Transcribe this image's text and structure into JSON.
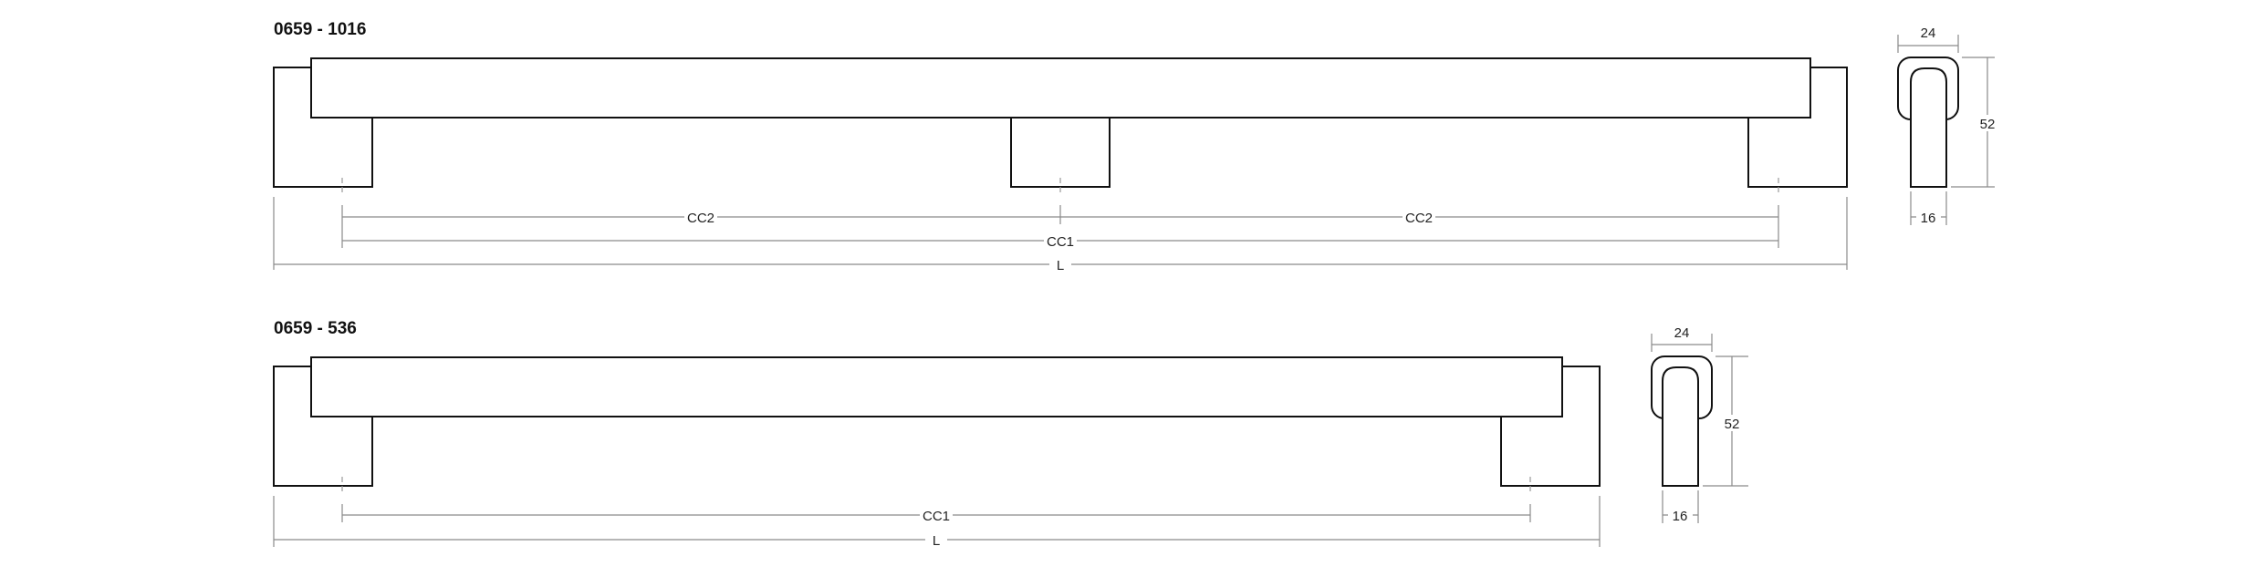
{
  "drawings": [
    {
      "model": "0659 - 1016",
      "dimensions": {
        "cc2_left": "CC2",
        "cc2_right": "CC2",
        "cc1": "CC1",
        "length": "L"
      },
      "profile": {
        "width": "24",
        "height": "52",
        "base": "16"
      }
    },
    {
      "model": "0659 - 536",
      "dimensions": {
        "cc1": "CC1",
        "length": "L"
      },
      "profile": {
        "width": "24",
        "height": "52",
        "base": "16"
      }
    }
  ]
}
